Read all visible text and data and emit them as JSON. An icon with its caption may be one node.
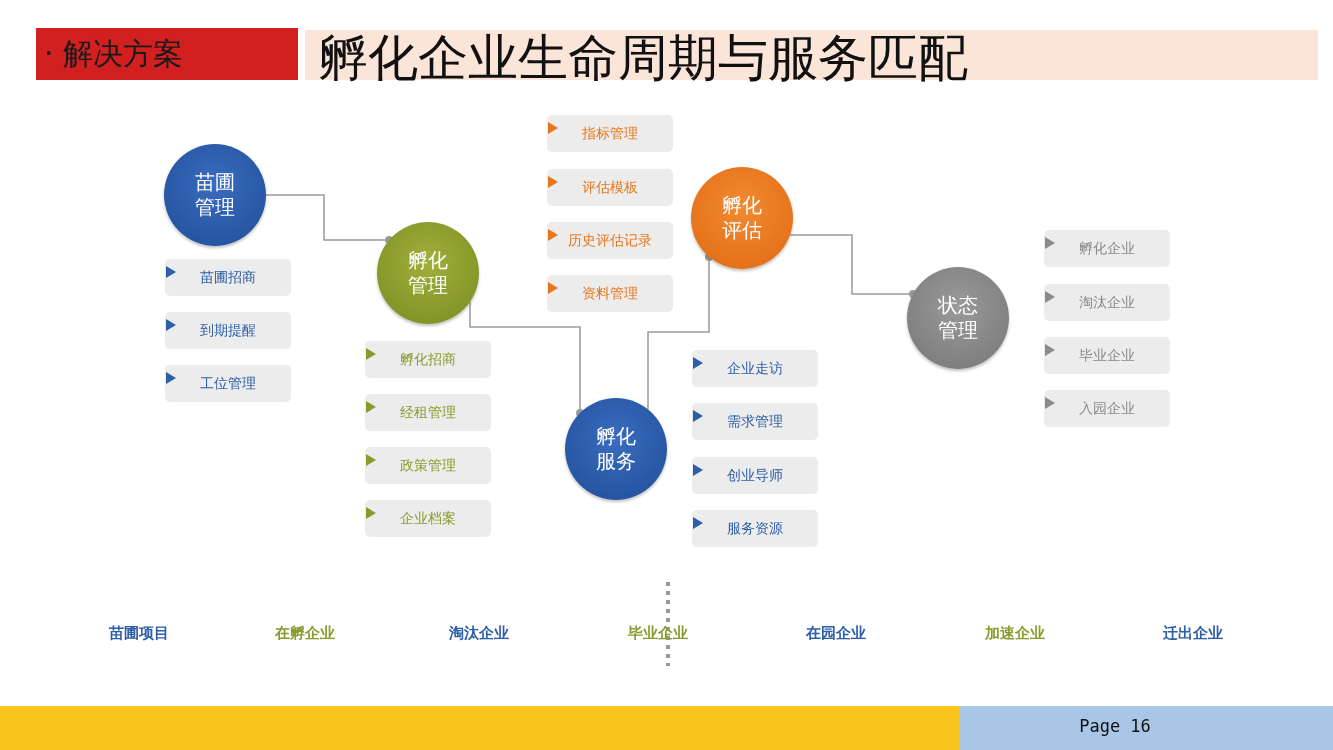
{
  "diagram": {
    "title": "孵化企业生命周期与服务匹配",
    "nodes": [
      {
        "text": [
          "· 解决方案"
        ]
      },
      {
        "text": [
          "苗圃管理"
        ]
      },
      {
        "text": [
          "苗圃招商"
        ]
      },
      {
        "text": [
          "到期提醒"
        ]
      },
      {
        "text": [
          "工位管理"
        ]
      },
      {
        "text": [
          "孵化管理"
        ]
      },
      {
        "text": [
          "孵化招商"
        ]
      },
      {
        "text": [
          "经租管理"
        ]
      },
      {
        "text": [
          "政策管理"
        ]
      },
      {
        "text": [
          "企业档案"
        ]
      },
      {
        "text": [
          "孵化服务"
        ]
      },
      {
        "text": [
          "企业走访"
        ]
      },
      {
        "text": [
          "需求管理"
        ]
      },
      {
        "text": [
          "创业导师"
        ]
      },
      {
        "text": [
          "服务资源"
        ]
      },
      {
        "text": [
          "孵化评估"
        ]
      },
      {
        "text": [
          "指标管理"
        ]
      },
      {
        "text": [
          "评估模板"
        ]
      },
      {
        "text": [
          "历史评估记录"
        ]
      },
      {
        "text": [
          "资料管理"
        ]
      },
      {
        "text": [
          "状态管理"
        ]
      },
      {
        "text": [
          "孵化企业"
        ]
      },
      {
        "text": [
          "淘汰企业"
        ]
      },
      {
        "text": [
          "毕业企业"
        ]
      },
      {
        "text": [
          "入园企业"
        ]
      }
    ],
    "edges": [
      {
        "from": 1,
        "to": 5,
        "arrow": "other"
      },
      {
        "from": 5,
        "to": 10,
        "arrow": "other"
      },
      {
        "from": 10,
        "to": 15,
        "arrow": "other"
      },
      {
        "from": 15,
        "to": 20,
        "arrow": "other"
      }
    ],
    "labels": [
      "苗圃项目",
      "在孵企业",
      "淘汰企业",
      "毕业企业",
      "在园企业",
      "加速企业",
      "迁出企业",
      "Page 16"
    ]
  }
}
